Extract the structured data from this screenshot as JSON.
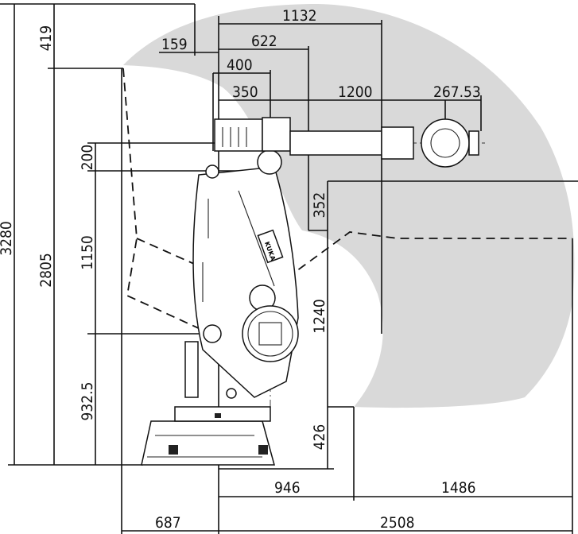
{
  "figure": {
    "background": "#ffffff",
    "workspace_color": "#d9d9d9",
    "line_color": "#111111",
    "robot_logo": "KUKA"
  },
  "dimensions": {
    "d3280": "3280",
    "d419": "419",
    "d2805": "2805",
    "d159": "159",
    "d1132": "1132",
    "d622": "622",
    "d400": "400",
    "d350": "350",
    "d1200": "1200",
    "d267": "267.53",
    "d200": "200",
    "d1150": "1150",
    "d352": "352",
    "d1240": "1240",
    "d9325": "932.5",
    "d426": "426",
    "d946": "946",
    "d1486": "1486",
    "d687": "687",
    "d2508": "2508"
  }
}
